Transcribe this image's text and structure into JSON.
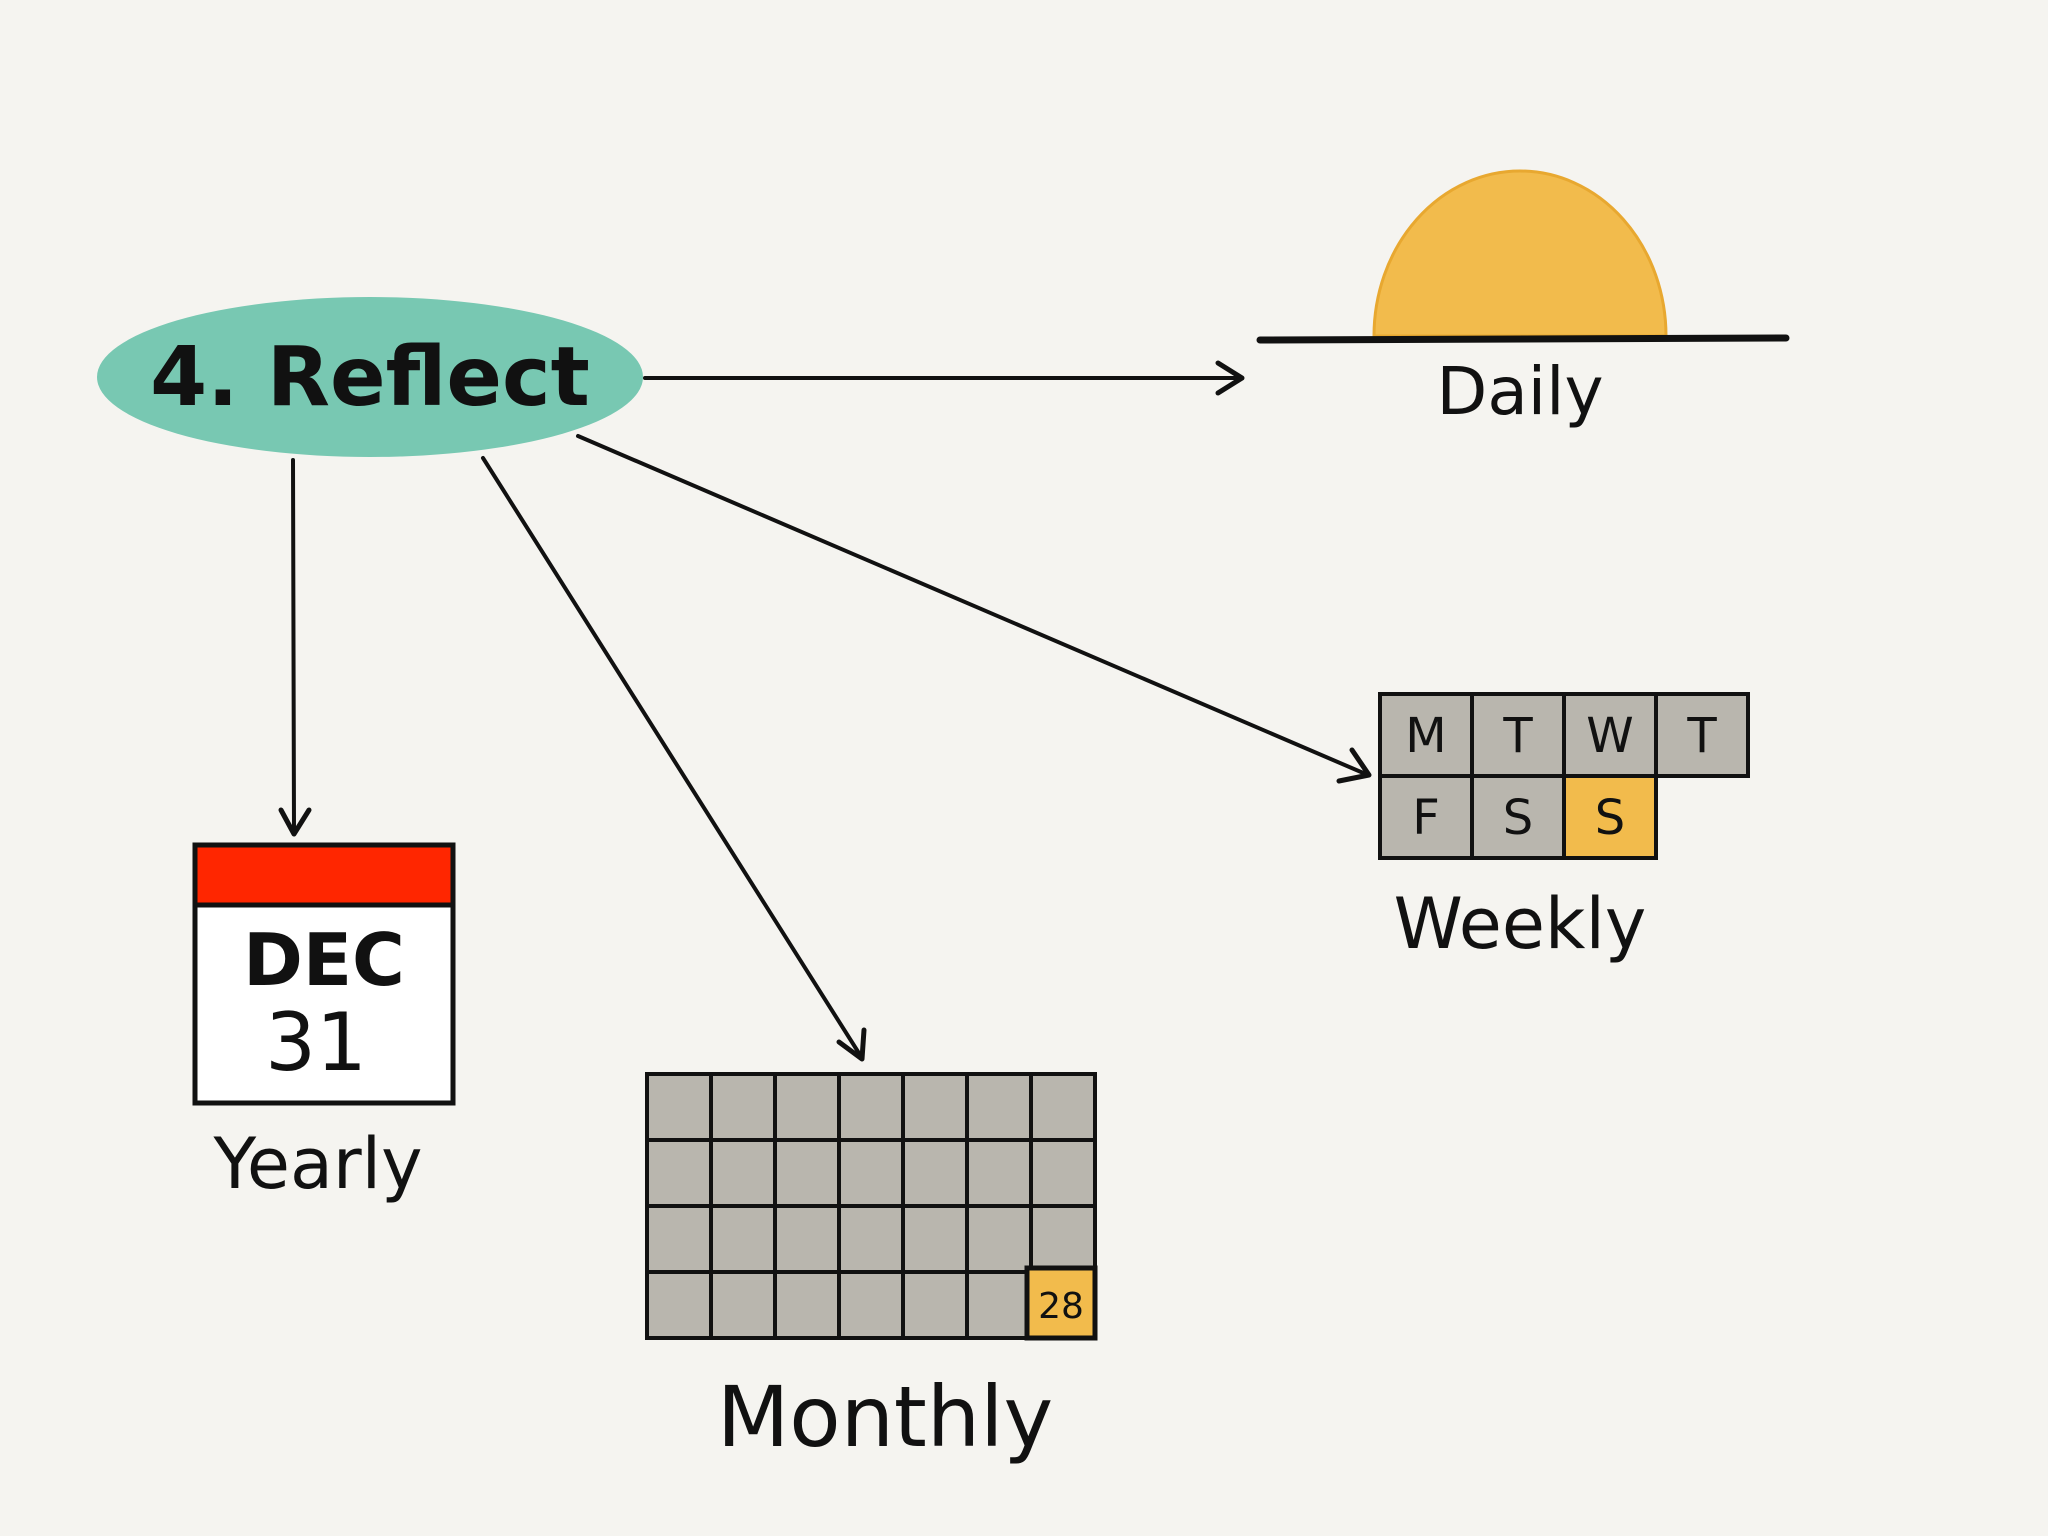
{
  "title_node": {
    "label": "4. Reflect",
    "color": "#78c8b2"
  },
  "daily": {
    "label": "Daily",
    "sun_color": "#f2bb4c"
  },
  "weekly": {
    "label": "Weekly",
    "days": [
      "M",
      "T",
      "W",
      "T",
      "F",
      "S",
      "S"
    ],
    "highlight_day_index": 6,
    "highlight_color": "#f2bb4c",
    "cell_color": "#b9b6ae"
  },
  "monthly": {
    "label": "Monthly",
    "rows": 4,
    "cols": 7,
    "highlight_day": "28",
    "highlight_color": "#f2bb4c",
    "cell_color": "#b9b6ae"
  },
  "yearly": {
    "label": "Yearly",
    "month": "DEC",
    "day": "31",
    "header_color": "#ff2600"
  }
}
